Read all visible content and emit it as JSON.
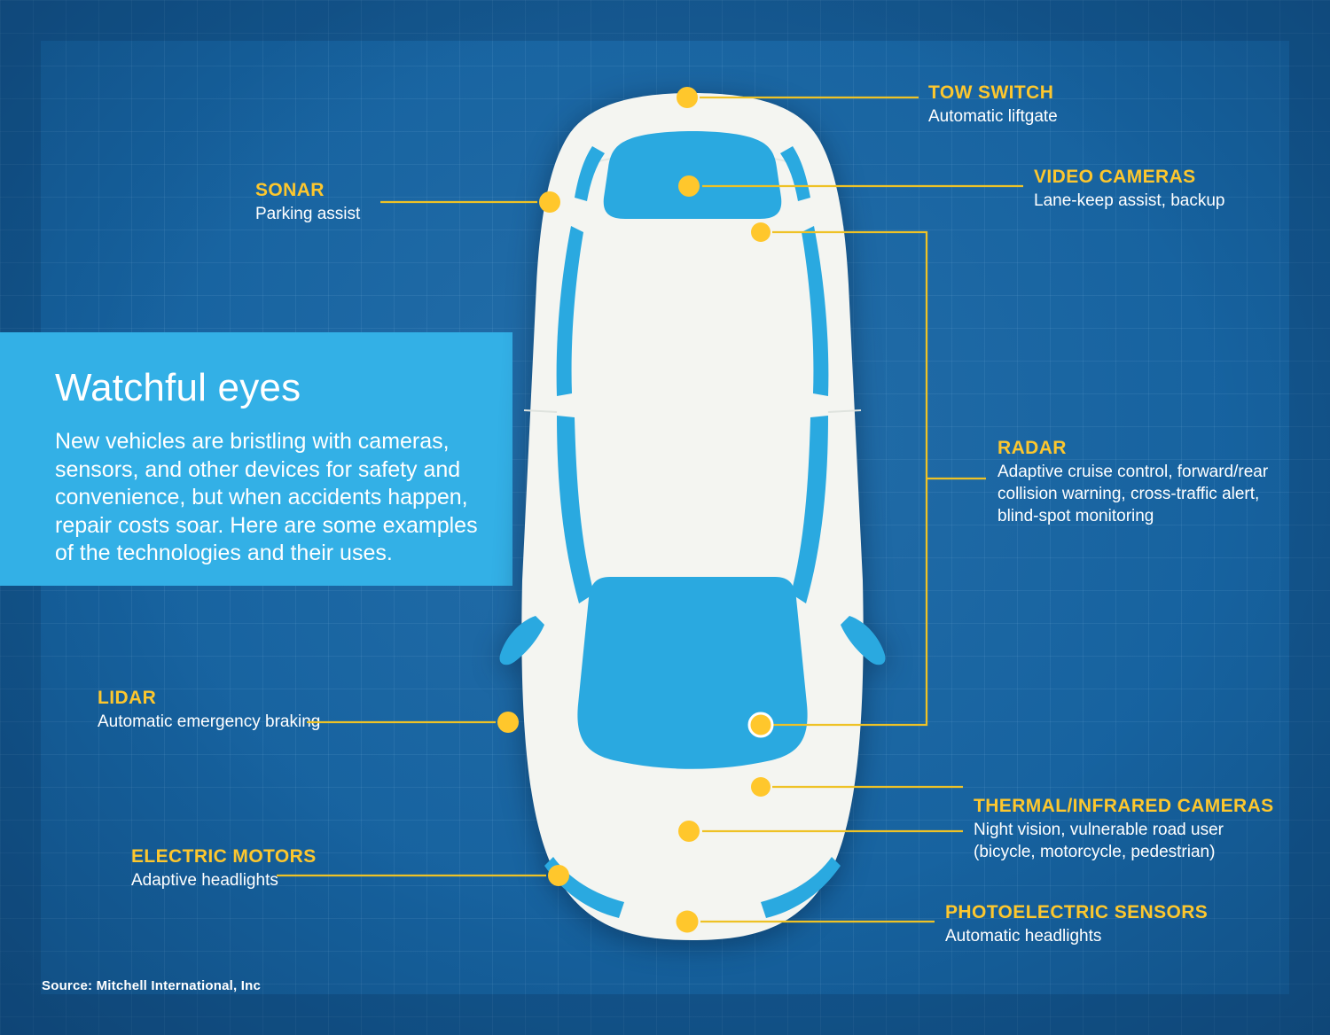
{
  "panel": {
    "title": "Watchful eyes",
    "body": "New vehicles are bristling with cameras, sensors, and other devices for safety and convenience, but when accidents happen, repair costs soar. Here are some examples of the technologies and their uses."
  },
  "labels": [
    {
      "id": "tow-switch",
      "title": "TOW SWITCH",
      "desc": "Automatic liftgate"
    },
    {
      "id": "video-cameras",
      "title": "VIDEO CAMERAS",
      "desc": "Lane-keep assist, backup"
    },
    {
      "id": "sonar",
      "title": "SONAR",
      "desc": "Parking assist"
    },
    {
      "id": "radar",
      "title": "RADAR",
      "desc": "Adaptive cruise control, forward/rear collision warning, cross-traffic alert, blind-spot monitoring"
    },
    {
      "id": "lidar",
      "title": "LIDAR",
      "desc": "Automatic emergency braking"
    },
    {
      "id": "electric-motors",
      "title": "ELECTRIC MOTORS",
      "desc": "Adaptive headlights"
    },
    {
      "id": "thermal-infrared-cameras",
      "title": "THERMAL/INFRARED CAMERAS",
      "desc": "Night vision, vulnerable road user (bicycle, motorcycle, pedestrian)"
    },
    {
      "id": "photoelectric-sensors",
      "title": "PHOTOELECTRIC SENSORS",
      "desc": "Automatic headlights"
    }
  ],
  "source": "Source: Mitchell International, Inc",
  "colors": {
    "background": "#16629f",
    "panel": "#33b0e6",
    "accent_yellow": "#fdc72e",
    "leader_line": "#eec226",
    "car_body": "#f4f5f1",
    "car_glass": "#2aa9e0",
    "text": "#ffffff"
  }
}
